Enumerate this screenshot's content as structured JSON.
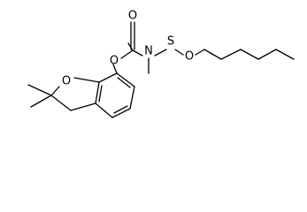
{
  "molecule": {
    "atoms": {
      "carbonyl_oxygen": "O",
      "ester_oxygen": "O",
      "amide_nitrogen": "N",
      "sulfur": "S",
      "ether_oxygen": "O",
      "ring_oxygen": "O"
    },
    "colors": {
      "bond": "#000000",
      "label": "#000000",
      "background": "#ffffff"
    }
  }
}
